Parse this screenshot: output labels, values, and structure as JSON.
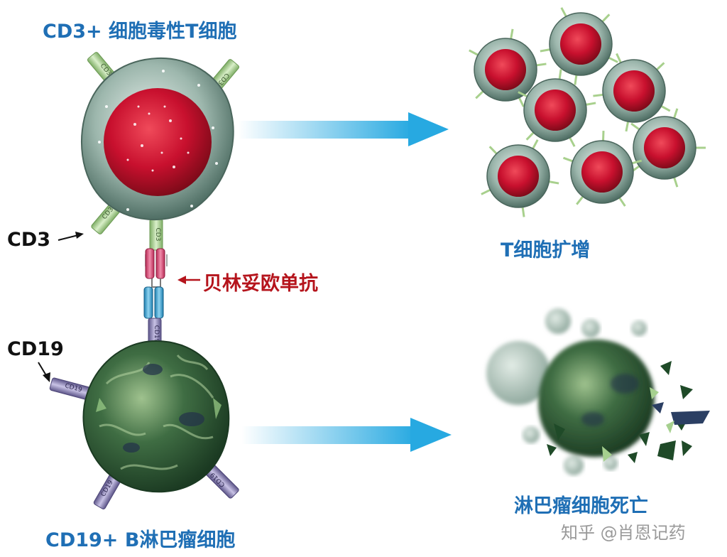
{
  "labels": {
    "tcell_title": "CD3+ 细胞毒性T细胞",
    "cd3_pointer": "CD3",
    "drug": "贝林妥欧单抗",
    "cd19_pointer": "CD19",
    "bcell_title": "CD19+ B淋巴瘤细胞",
    "expansion": "T细胞扩增",
    "death": "淋巴瘤细胞死亡",
    "watermark": "知乎 @肖恩记药"
  },
  "receptor_tags": {
    "cd3": "CD3",
    "cd19": "CD19"
  },
  "colors": {
    "title_blue": "#1f6fb5",
    "drug_red": "#b5141c",
    "nucleus_red": "#c8102e",
    "cytoplasm_gray": "#8aa8a0",
    "receptor_green": "#a8d08d",
    "receptor_purple": "#8c84b4",
    "antibody_pink": "#e0507a",
    "antibody_blue": "#3aa6d8",
    "arrow_cyan": "#27a9e1",
    "tumor_green": "#2e5d34"
  }
}
